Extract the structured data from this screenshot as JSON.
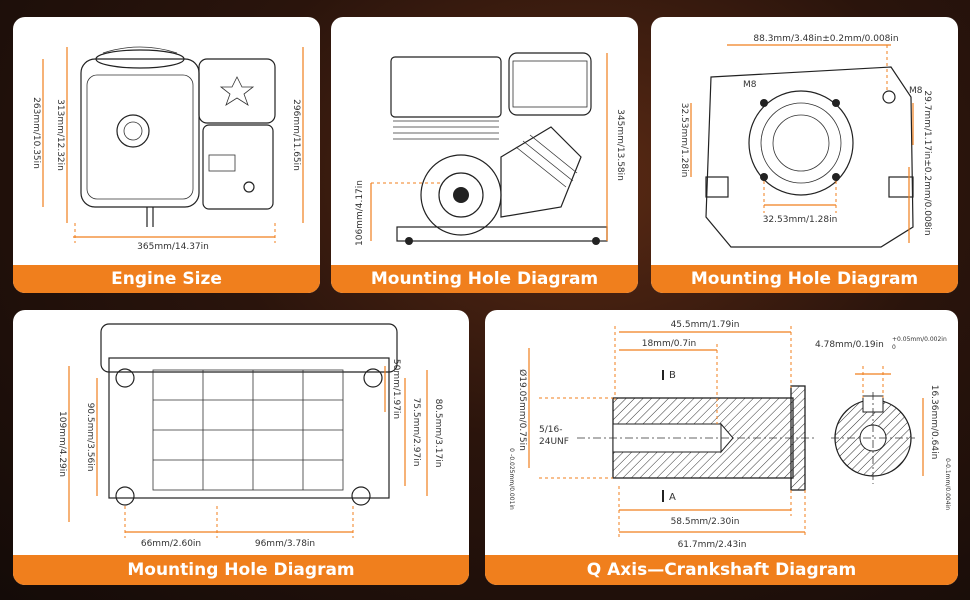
{
  "panels": [
    {
      "caption": "Engine Size",
      "dimensions": [
        "365mm/14.37in",
        "313mm/12.32in",
        "263mm/10.35in",
        "296mm/11.65in"
      ]
    },
    {
      "caption": "Mounting Hole Diagram",
      "dimensions": [
        "345mm/13.58in",
        "106mm/4.17in"
      ]
    },
    {
      "caption": "Mounting Hole Diagram",
      "dimensions": [
        "88.3mm/3.48in±0.2mm/0.008in",
        "M8",
        "M8",
        "32.53mm/1.28in",
        "29.7mm/1.17in±0.2mm/0.008in",
        "32.53mm/1.28in"
      ]
    },
    {
      "caption": "Mounting Hole Diagram",
      "dimensions": [
        "109mm/4.29in",
        "90.5mm/3.56in",
        "50mm/1.97in",
        "75.5mm/2.97in",
        "80.5mm/3.17in",
        "66mm/2.60in",
        "96mm/3.78in"
      ]
    },
    {
      "caption": "Q Axis—Crankshaft Diagram",
      "dimensions": [
        "45.5mm/1.79in",
        "18mm/0.7in",
        "4.78mm/0.19in",
        "+0.05mm/0.002in",
        "0",
        "Ø19.05mm/0.75in",
        "0",
        "-0.025mm/0.001in",
        "5/16-",
        "24UNF",
        "B",
        "A",
        "58.5mm/2.30in",
        "61.7mm/2.43in",
        "16.36mm/0.64in",
        "0",
        "-0.1mm/0.004in"
      ]
    }
  ],
  "colors": {
    "accent": "#f07f1d",
    "line": "#222222"
  }
}
